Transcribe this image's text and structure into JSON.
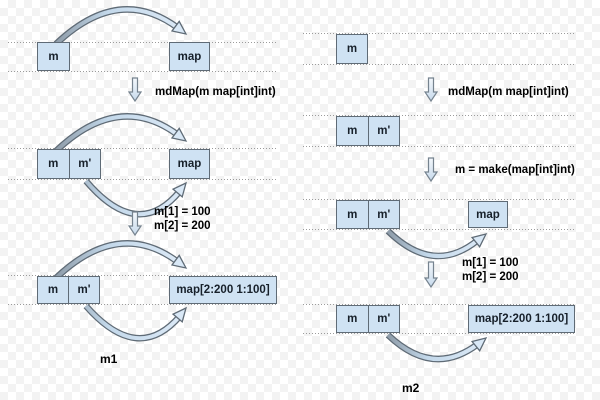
{
  "diagram": {
    "box_labels": {
      "m": "m",
      "m_prime": "m'",
      "map": "map",
      "map_populated": "map[2:200 1:100]"
    },
    "annotations": {
      "mdmap_call": "mdMap(m map[int]int)",
      "make_call": "m = make(map[int]int)",
      "assign_line1": "m[1] = 100",
      "assign_line2": "m[2] = 200"
    },
    "captions": {
      "left": "m1",
      "right": "m2"
    },
    "colors": {
      "box_fill": "#cfe2f3",
      "box_border": "#5f6b76",
      "arrow_band_start": "#8e9ca9",
      "arrow_band_end": "#ddeaf7",
      "arrow_outline": "#5f6b76",
      "dotted_line": "#9b9b9b",
      "checker_gray": "#f3f3f3"
    }
  }
}
